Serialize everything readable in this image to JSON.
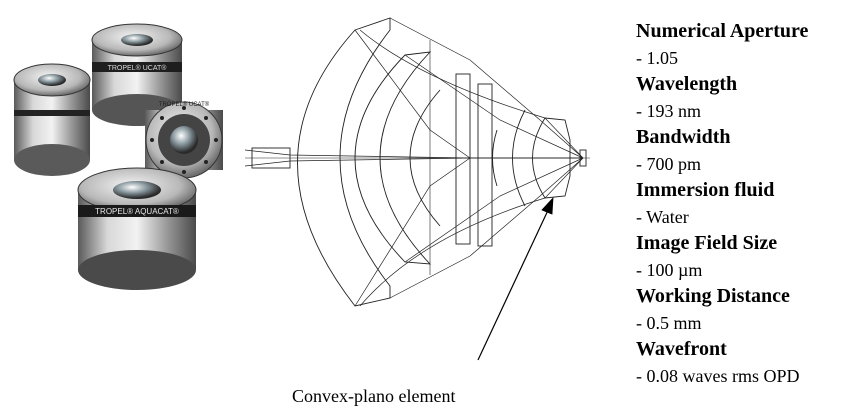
{
  "specs": [
    {
      "label": "Numerical Aperture",
      "value": "- 1.05"
    },
    {
      "label": "Wavelength",
      "value": "- 193 nm"
    },
    {
      "label": "Bandwidth",
      "value": "- 700 pm"
    },
    {
      "label": "Immersion fluid",
      "value": "- Water"
    },
    {
      "label": "Image Field Size",
      "value": "- 100 µm"
    },
    {
      "label": "Working Distance",
      "value": "- 0.5 mm"
    },
    {
      "label": "Wavefront",
      "value": "- 0.08 waves rms OPD"
    }
  ],
  "caption": "Convex-plano element",
  "photo": {
    "lens_1_label": "TROPEL® UCAT®",
    "lens_2_label": "TROPEL® UCAT®",
    "lens_3_label": "TROPEL® AQUACAT®"
  }
}
